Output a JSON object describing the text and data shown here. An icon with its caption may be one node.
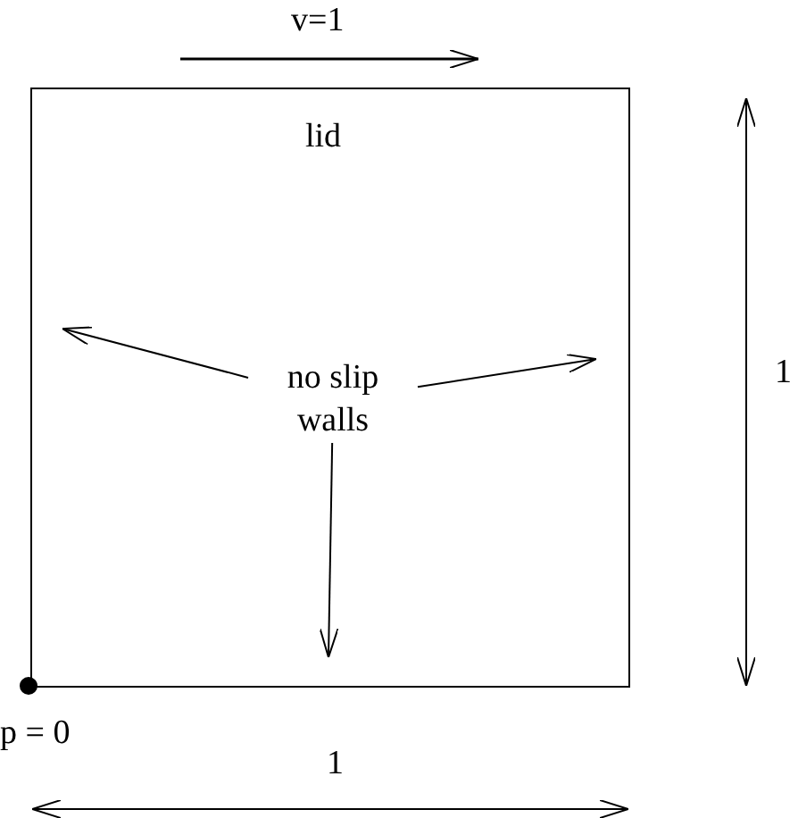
{
  "diagram": {
    "nodes": [
      {
        "text": [
          "lid"
        ]
      },
      {
        "text": [
          "no slip walls"
        ],
        "in": 0
      }
    ],
    "edges": [
      {
        "from": 1,
        "to": null,
        "arrow": "to"
      },
      {
        "from": 1,
        "to": null,
        "arrow": "to"
      },
      {
        "from": 1,
        "to": null,
        "arrow": "to"
      }
    ],
    "labels": [
      "v=1",
      "1",
      "p = 0",
      "1"
    ]
  }
}
